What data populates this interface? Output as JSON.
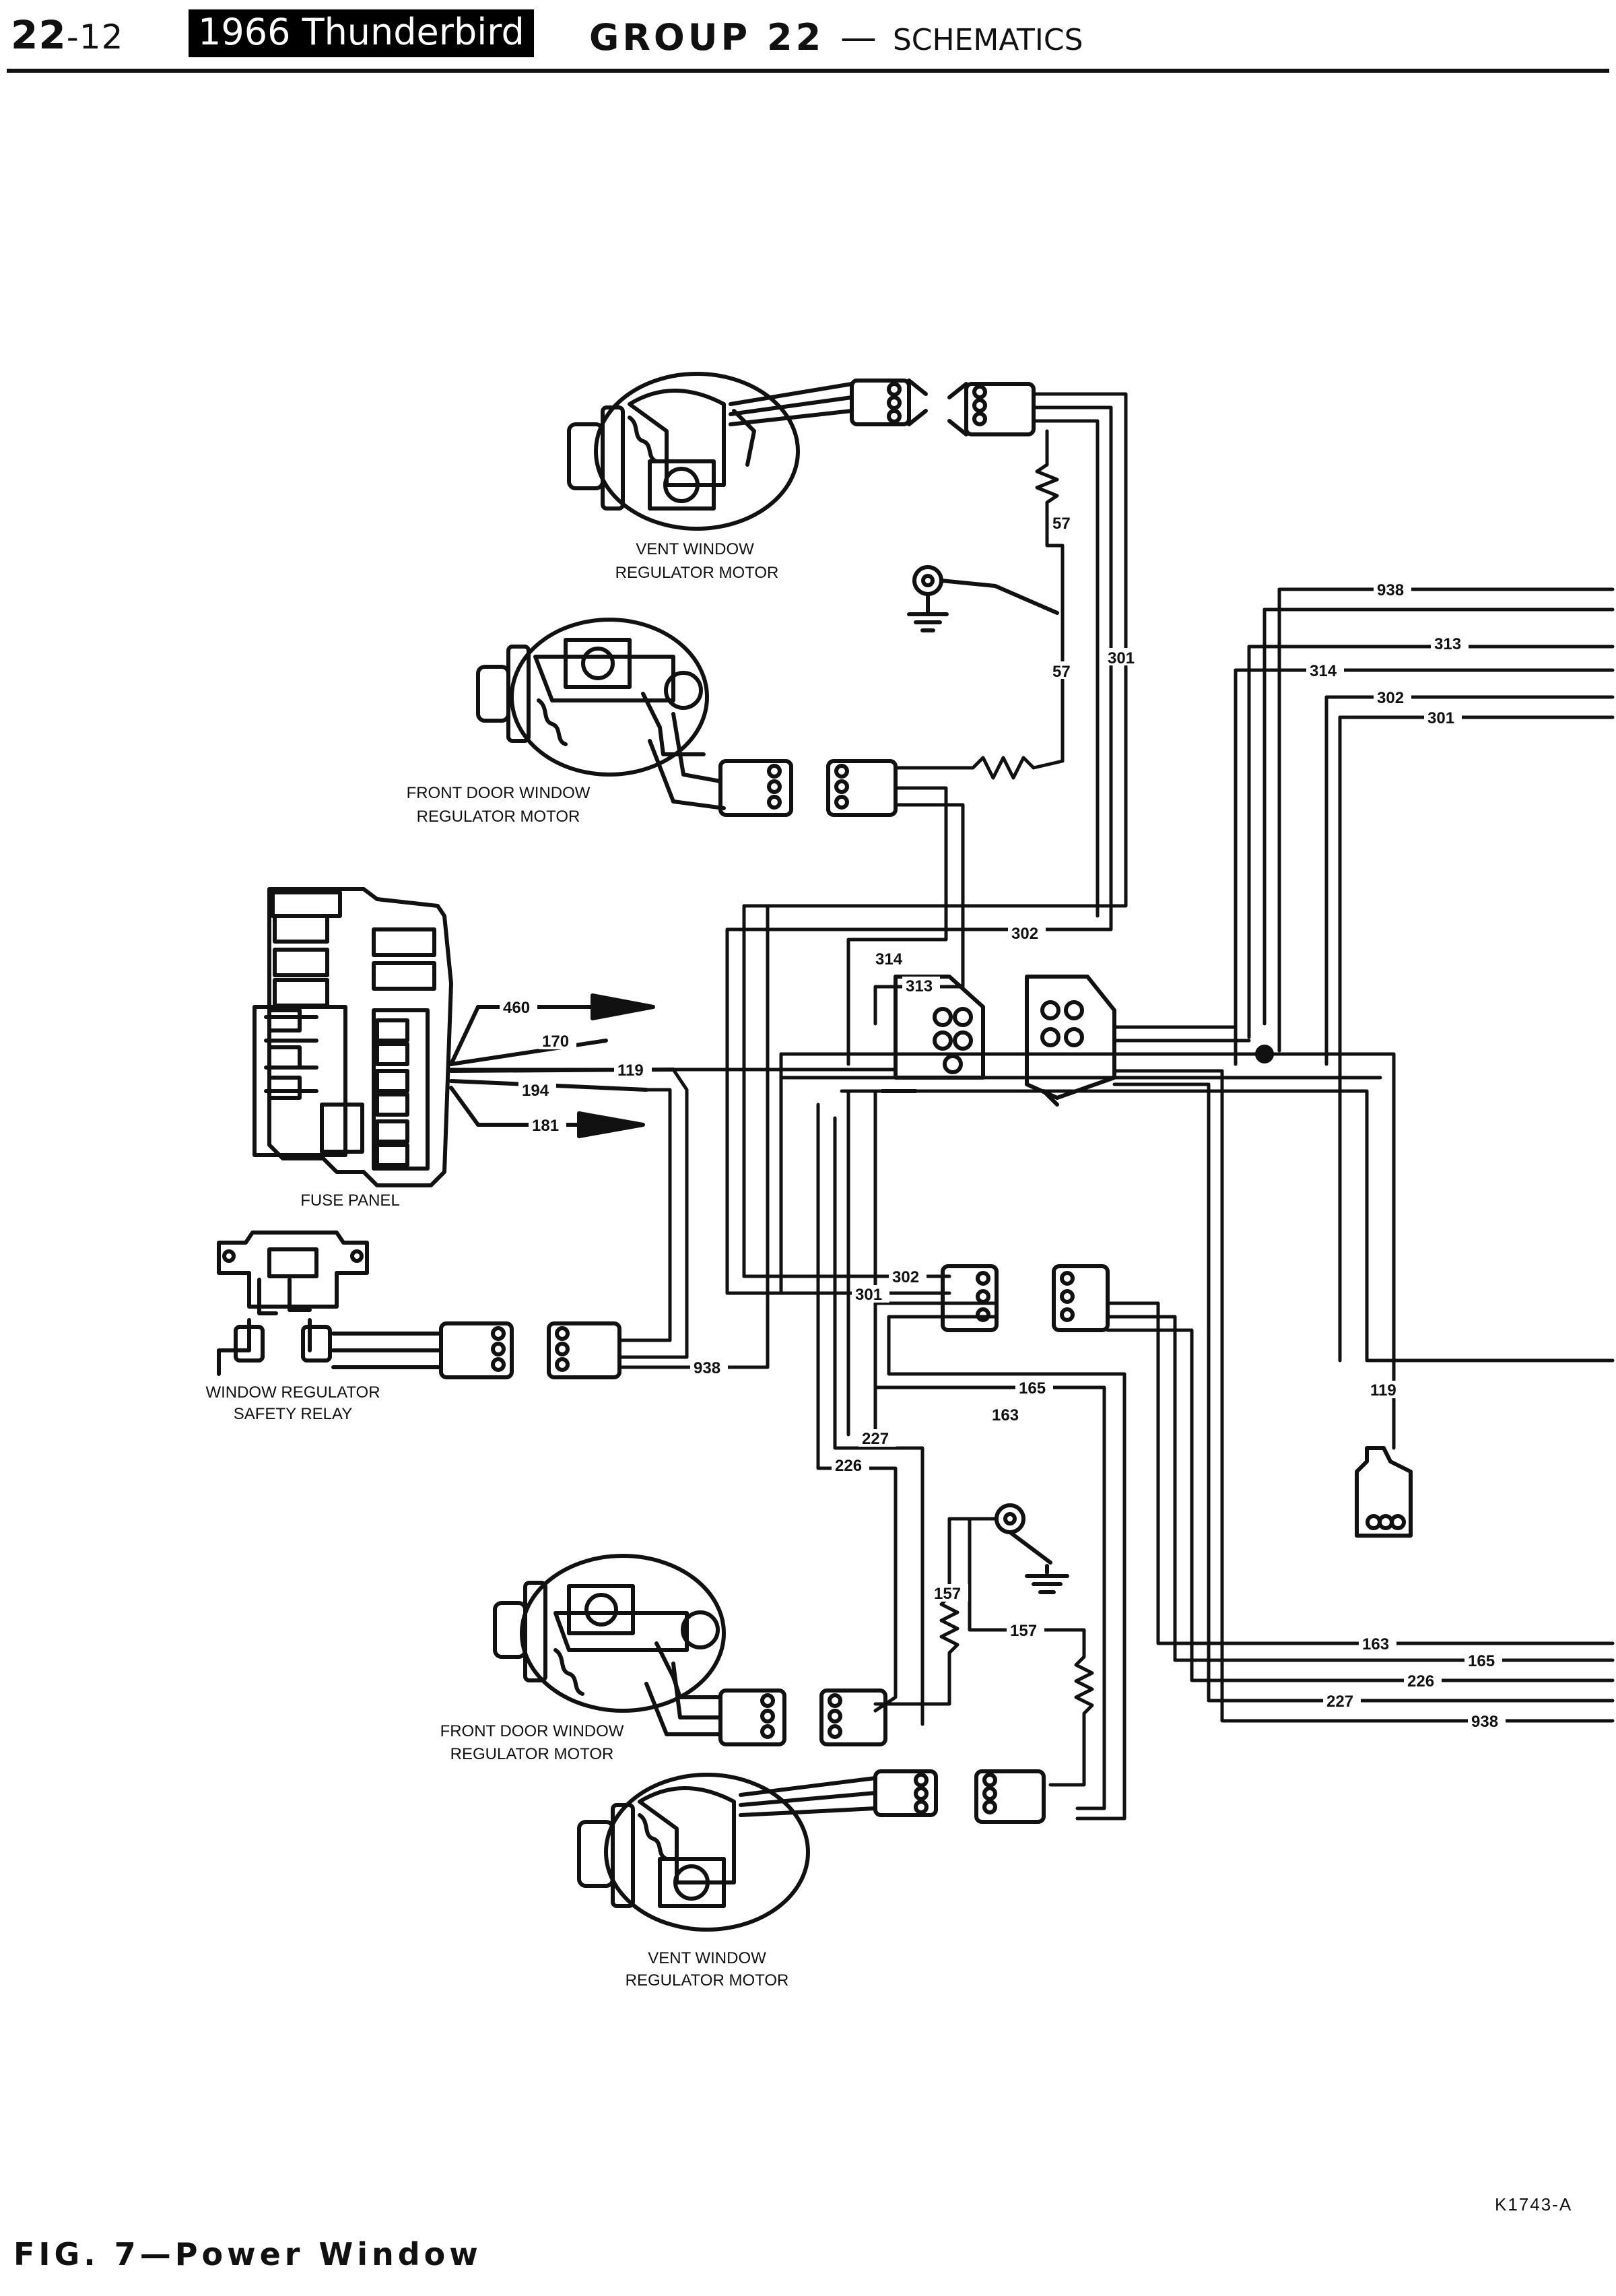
{
  "header": {
    "page_number": "22",
    "page_sub": "-12",
    "model_badge": "1966 Thunderbird",
    "group": "GROUP 22",
    "dash": "—",
    "section": "SCHEMATICS"
  },
  "labels": {
    "vent_motor_top_1": "VENT WINDOW",
    "vent_motor_top_2": "REGULATOR MOTOR",
    "front_motor_top_1": "FRONT DOOR WINDOW",
    "front_motor_top_2": "REGULATOR MOTOR",
    "fuse_panel": "FUSE PANEL",
    "relay_1": "WINDOW REGULATOR",
    "relay_2": "SAFETY RELAY",
    "front_motor_bot_1": "FRONT DOOR WINDOW",
    "front_motor_bot_2": "REGULATOR MOTOR",
    "vent_motor_bot_1": "VENT WINDOW",
    "vent_motor_bot_2": "REGULATOR MOTOR"
  },
  "wires": {
    "w57a": "57",
    "w57b": "57",
    "w301": "301",
    "w938_top": "938",
    "w313_top": "313",
    "w314_top": "314",
    "w302_top": "302",
    "w301_top": "301",
    "w302_mid": "302",
    "w314_mid": "314",
    "w313_mid": "313",
    "w460": "460",
    "w170": "170",
    "w119": "119",
    "w194": "194",
    "w181": "181",
    "w302_low": "302",
    "w301_low": "301",
    "w938_relay": "938",
    "w165": "165",
    "w163": "163",
    "w227": "227",
    "w226": "226",
    "w119_right": "119",
    "w157a": "157",
    "w157b": "157",
    "w163_bot": "163",
    "w165_bot": "165",
    "w226_bot": "226",
    "w227_bot": "227",
    "w938_bot": "938"
  },
  "footer": {
    "figure_caption": "FIG. 7—Power Window",
    "drawing_code": "K1743-A"
  }
}
